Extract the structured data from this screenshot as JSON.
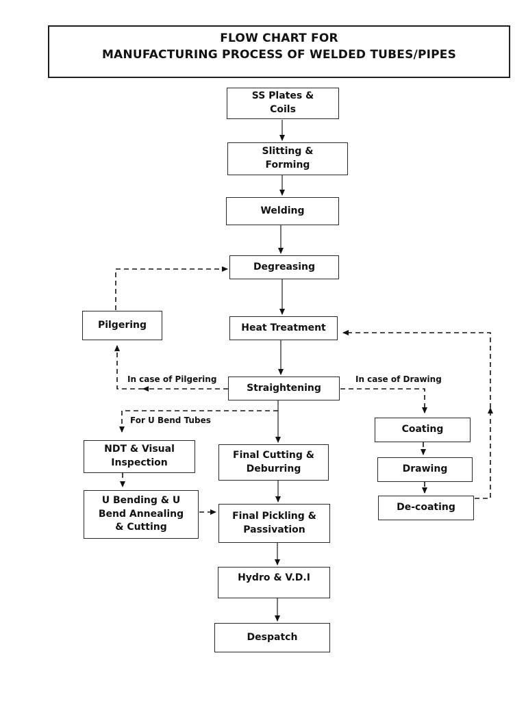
{
  "page": {
    "background": "#ffffff",
    "ink": "#111111"
  },
  "title": {
    "text": "FLOW CHART FOR\nMANUFACTURING PROCESS OF WELDED TUBES/PIPES"
  },
  "nodes": {
    "ss_plates_coils": "SS Plates &\nCoils",
    "slitting_forming": "Slitting &\nForming",
    "welding": "Welding",
    "degreasing": "Degreasing",
    "pilgering": "Pilgering",
    "heat_treatment": "Heat Treatment",
    "straightening": "Straightening",
    "coating": "Coating",
    "drawing": "Drawing",
    "de_coating": "De-coating",
    "ndt_visual_inspection": "NDT & Visual\nInspection",
    "u_bending": "U Bending & U\nBend  Annealing\n& Cutting",
    "final_cutting_deburring": "Final Cutting &\nDeburring",
    "final_pickling_passivation": "Final Pickling &\nPassivation",
    "hydro_vdi": "Hydro & V.D.I",
    "despatch": "Despatch"
  },
  "edge_labels": {
    "in_case_of_pilgering": "In case of Pilgering",
    "in_case_of_drawing": "In case of Drawing",
    "for_u_bend_tubes": "For U Bend Tubes"
  }
}
